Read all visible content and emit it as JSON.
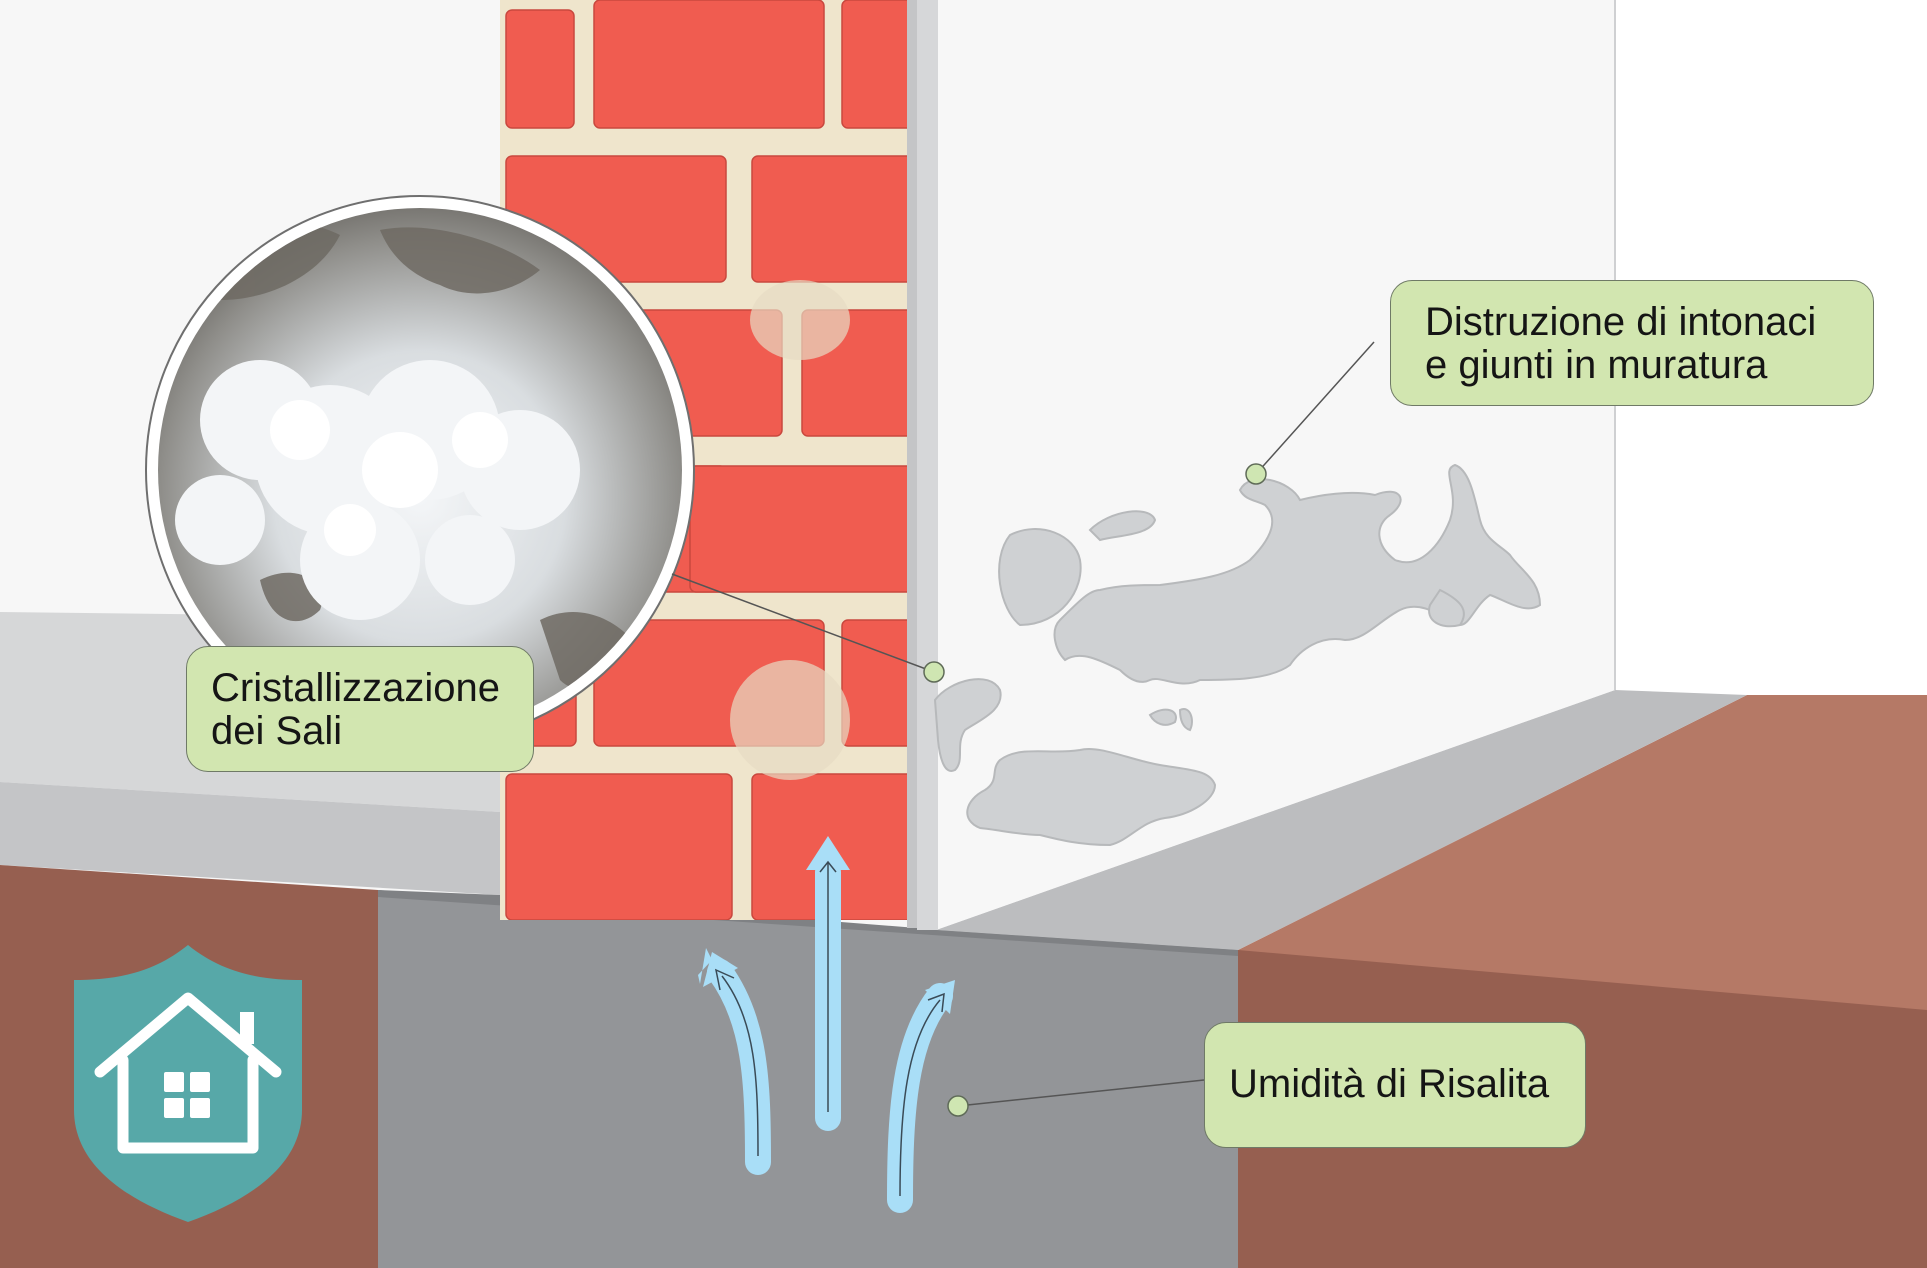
{
  "callouts": {
    "distruzione": "Distruzione di intonaci\ne giunti in muratura",
    "cristallizzazione": "Cristallizzazione\ndei Sali",
    "umidita": "Umidità di Risalita"
  },
  "icons": [
    "shield-house-logo",
    "moisture-arrow-icon"
  ],
  "colors": {
    "brick": "#f05c50",
    "mortar": "#efe5cc",
    "callout_fill": "#d2e6b0",
    "arrow": "#a9def7",
    "soil": "#965f50",
    "foundation": "#939598",
    "plaster_damage": "#cfd1d3",
    "shield": "#57a8a8"
  }
}
